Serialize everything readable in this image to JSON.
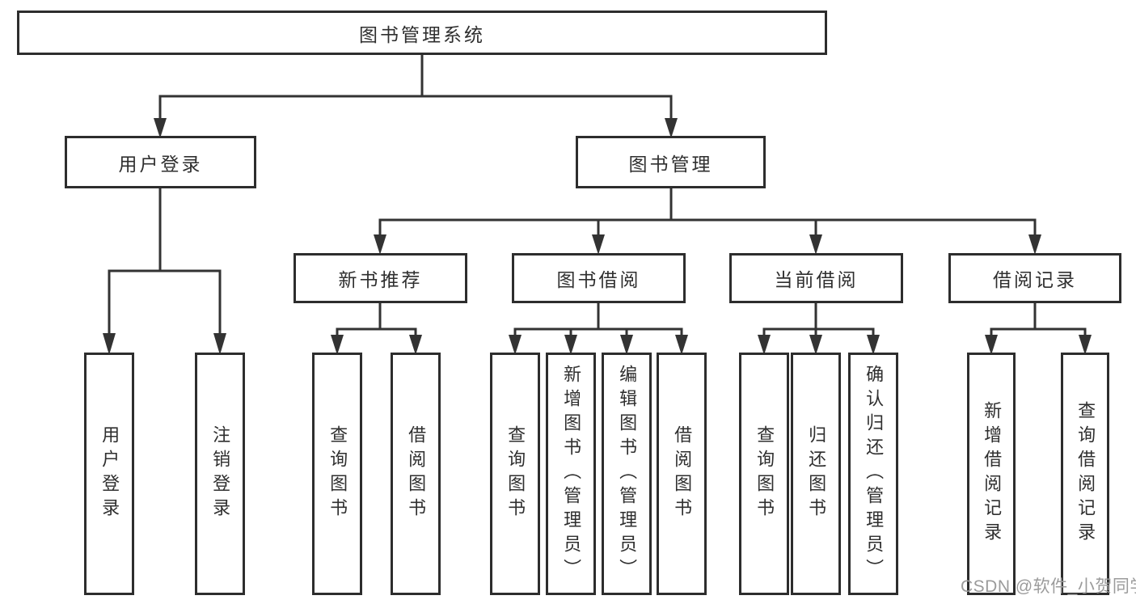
{
  "colors": {
    "background": "#ffffff",
    "line": "#333333",
    "box_border": "#2d2d2d",
    "text": "#2f2f2f",
    "watermark": "#9b9b9b"
  },
  "watermark": {
    "text": "CSDN @软件_小贺同学"
  },
  "diagram": {
    "type": "tree",
    "tree": {
      "label": "图书管理系统",
      "children": [
        {
          "label": "用户登录",
          "children": [
            {
              "label": "用户登录"
            },
            {
              "label": "注销登录"
            }
          ]
        },
        {
          "label": "图书管理",
          "children": [
            {
              "label": "新书推荐",
              "children": [
                {
                  "label": "查询图书"
                },
                {
                  "label": "借阅图书"
                }
              ]
            },
            {
              "label": "图书借阅",
              "children": [
                {
                  "label": "查询图书"
                },
                {
                  "label": "新增图书（管理员）"
                },
                {
                  "label": "编辑图书（管理员）"
                },
                {
                  "label": "借阅图书"
                }
              ]
            },
            {
              "label": "当前借阅",
              "children": [
                {
                  "label": "查询图书"
                },
                {
                  "label": "归还图书"
                },
                {
                  "label": "确认归还（管理员）"
                }
              ]
            },
            {
              "label": "借阅记录",
              "children": [
                {
                  "label": "新增借阅记录"
                },
                {
                  "label": "查询借阅记录"
                }
              ]
            }
          ]
        }
      ]
    }
  }
}
